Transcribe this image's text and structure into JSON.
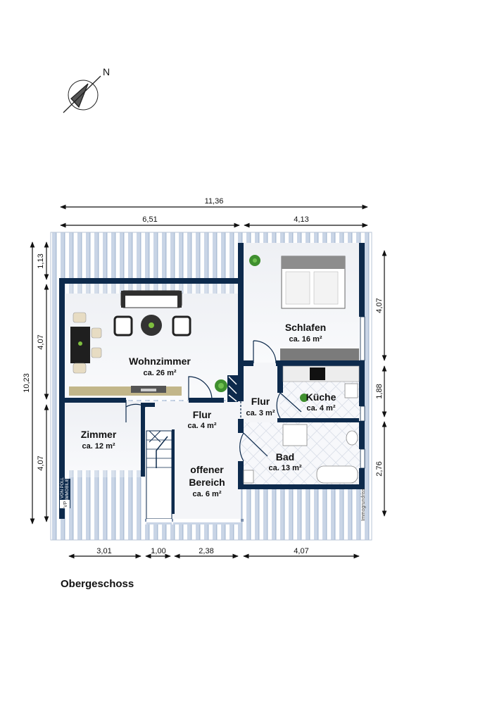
{
  "compass": {
    "label": "N"
  },
  "floor_name": "Obergeschoss",
  "rooms": {
    "wohnzimmer": {
      "name": "Wohnzimmer",
      "area": "ca. 26 m²"
    },
    "schlafen": {
      "name": "Schlafen",
      "area": "ca. 16 m²"
    },
    "flur_right": {
      "name": "Flur",
      "area": "ca. 3 m²"
    },
    "kueche": {
      "name": "Küche",
      "area": "ca. 4 m²"
    },
    "flur_center": {
      "name": "Flur",
      "area": "ca. 4 m²"
    },
    "zimmer": {
      "name": "Zimmer",
      "area": "ca. 12 m²"
    },
    "bad": {
      "name": "Bad",
      "area": "ca. 13 m²"
    },
    "offener_bereich": {
      "name_line1": "offener",
      "name_line2": "Bereich",
      "area": "ca. 6 m²"
    }
  },
  "dimensions": {
    "top_total": "11,36",
    "top_left": "6,51",
    "top_right": "4,13",
    "left_total": "10,23",
    "left_1": "1,13",
    "left_2": "4,07",
    "left_3": "4,07",
    "right_1": "4,07",
    "right_2": "1,88",
    "right_3": "2,76",
    "bottom_1": "3,01",
    "bottom_2": "1,00",
    "bottom_3": "2,38",
    "bottom_4": "4,07"
  },
  "branding": {
    "vp_logo": "VP",
    "vp_name": "VON POLL",
    "vp_sub": "IMMOBILIEN",
    "credit": "Immogrundriss"
  },
  "colors": {
    "wall": "#0d2a4c",
    "floor": "#f3f4f7",
    "roof_stripe": "#c9d5e6"
  }
}
